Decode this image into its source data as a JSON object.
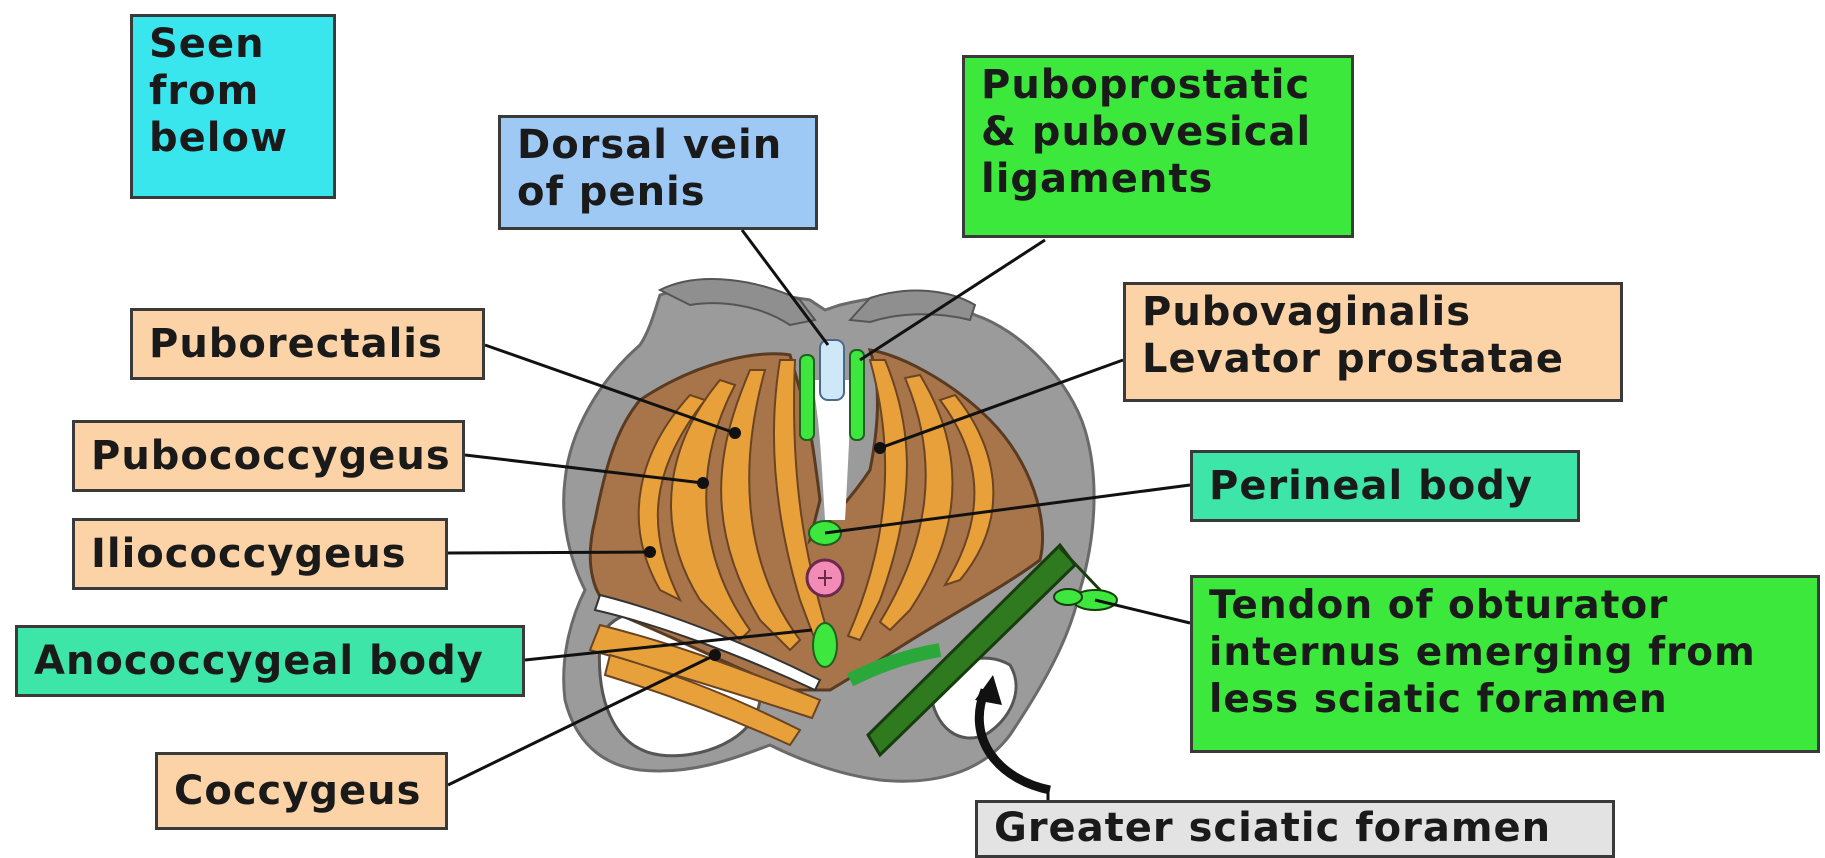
{
  "labels": {
    "seen_from_below": "Seen\nfrom\nbelow",
    "dorsal_vein": "Dorsal vein\nof penis",
    "puboprostatic": "Puboprostatic\n& pubovesical\nligaments",
    "puborectalis": "Puborectalis",
    "pubovaginalis": "Pubovaginalis\nLevator prostatae",
    "pubococcygeus": "Pubococcygeus",
    "perineal_body": "Perineal body",
    "iliococcygeus": "Iliococcygeus",
    "tendon_obturator": "Tendon of obturator\ninternus emerging from\nless sciatic foramen",
    "anococcygeal_body": "Anococcygeal body",
    "coccygeus": "Coccygeus",
    "greater_sciatic": "Greater sciatic foramen"
  },
  "colors": {
    "muscle_label": "#fbd3a6",
    "ligament_label": "#3be83b",
    "body_label": "#3de6a8",
    "note_label": "#39e6ee",
    "vein_label": "#9ec9f4",
    "foramen_label": "#e3e3e3",
    "bone": "#9b9b9b",
    "muscle": "#e3992f",
    "muscle_dark": "#a26c3e",
    "tendon": "#2f7a1e"
  }
}
